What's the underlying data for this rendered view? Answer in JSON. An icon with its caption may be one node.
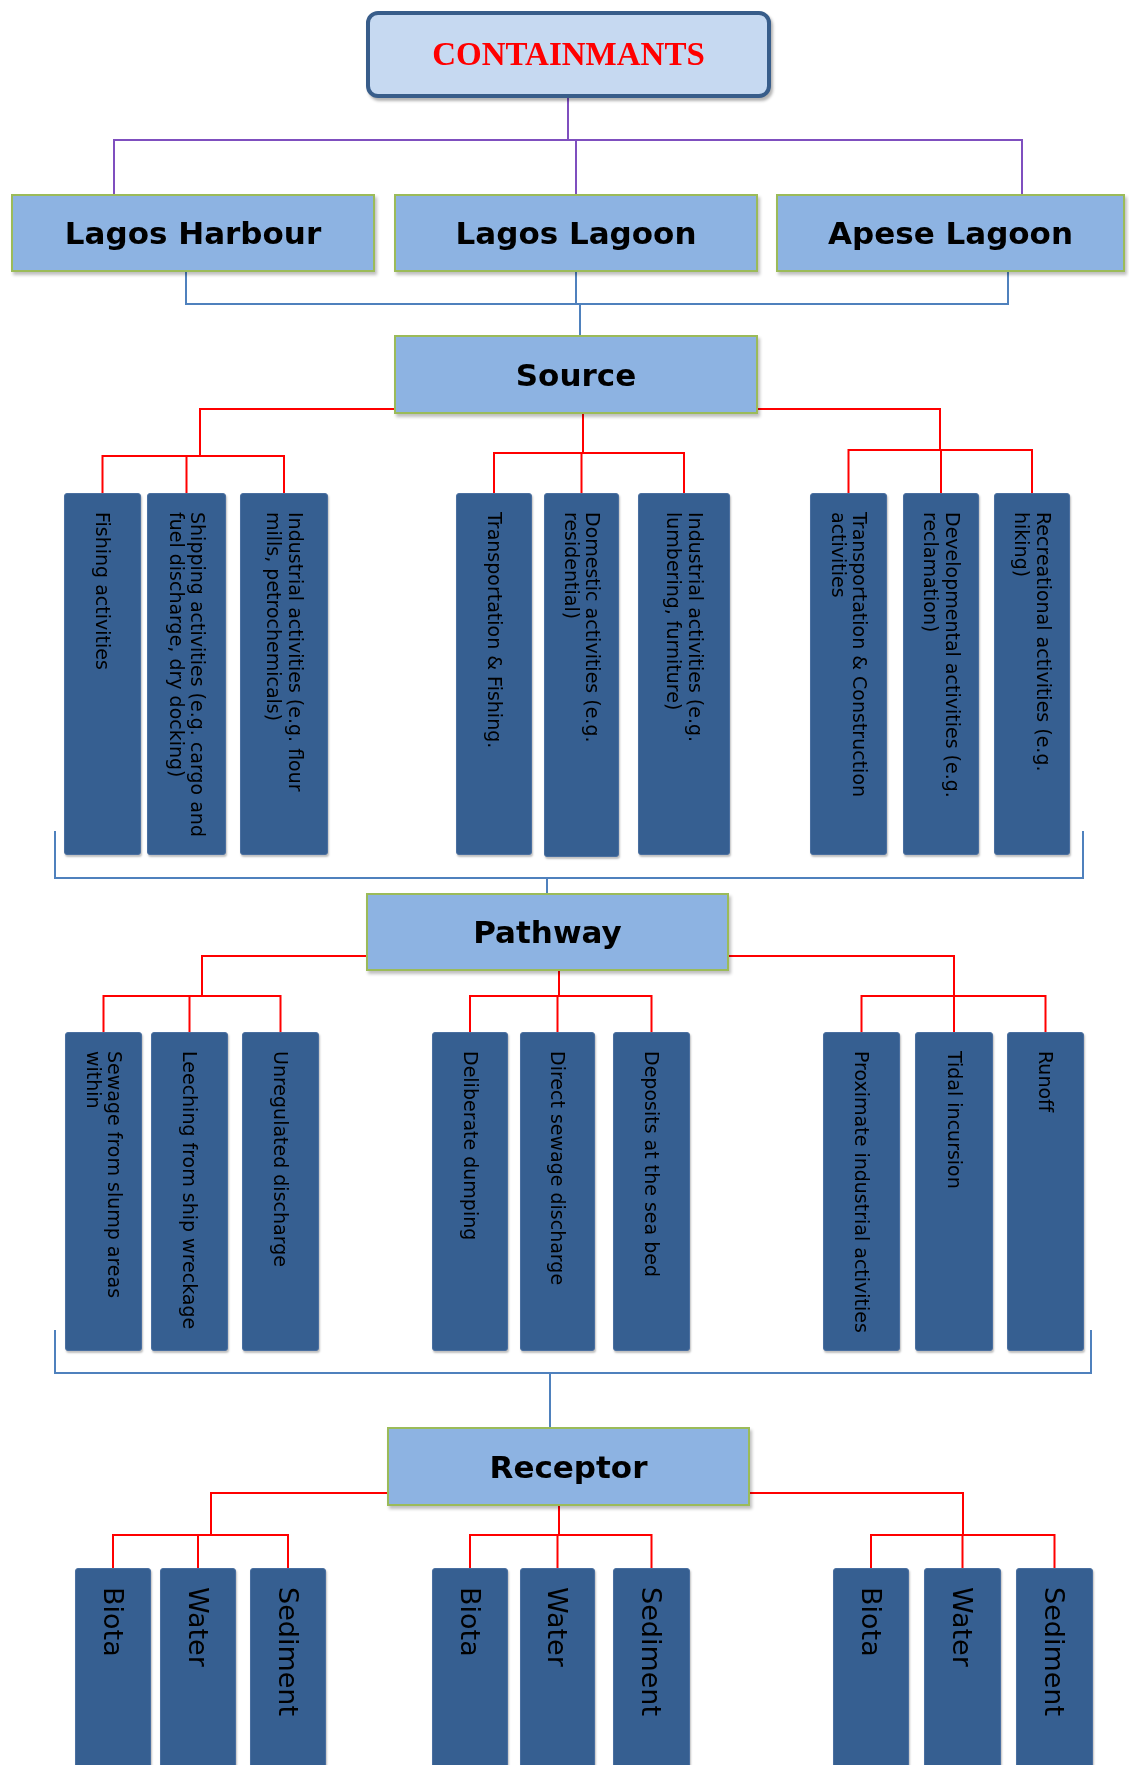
{
  "diagram": {
    "nodes": [
      {
        "text": [
          "CONTAINMANTS"
        ]
      },
      {
        "text": [
          "Lagos Harbour"
        ]
      },
      {
        "text": [
          "Lagos  Lagoon"
        ]
      },
      {
        "text": [
          "Apese Lagoon"
        ]
      },
      {
        "text": [
          "Source"
        ]
      },
      {
        "text": [
          "Fishing activities"
        ]
      },
      {
        "text": [
          "Shipping activities (e.g. cargo and fuel discharge, dry docking)"
        ]
      },
      {
        "text": [
          "Industrial activities (e.g. flour mills, petrochemicals)"
        ]
      },
      {
        "text": [
          "Transportation & Fishing."
        ]
      },
      {
        "text": [
          "Domestic activities (e.g. residential)"
        ]
      },
      {
        "text": [
          "Industrial activities (e.g. lumbering, furniture)"
        ]
      },
      {
        "text": [
          "Transportation & Construction activities"
        ]
      },
      {
        "text": [
          "Developmental activities (e.g. reclamation)"
        ]
      },
      {
        "text": [
          "Recreational activities (e.g. hiking)"
        ]
      },
      {
        "text": [
          "Pathway"
        ]
      },
      {
        "text": [
          "Sewage from slump areas within"
        ]
      },
      {
        "text": [
          "Leeching from ship wreckage"
        ]
      },
      {
        "text": [
          "Unregulated discharge"
        ]
      },
      {
        "text": [
          "Deliberate dumping"
        ]
      },
      {
        "text": [
          "Direct sewage discharge"
        ]
      },
      {
        "text": [
          "Deposits at the sea bed"
        ]
      },
      {
        "text": [
          "Proximate industrial activities"
        ]
      },
      {
        "text": [
          "Tidal incursion"
        ]
      },
      {
        "text": [
          "Runoff"
        ]
      },
      {
        "text": [
          "Receptor"
        ]
      },
      {
        "text": [
          "Biota"
        ]
      },
      {
        "text": [
          "Water"
        ]
      },
      {
        "text": [
          "Sediment"
        ]
      },
      {
        "text": [
          "Biota"
        ]
      },
      {
        "text": [
          "Water"
        ]
      },
      {
        "text": [
          "Sediment"
        ]
      },
      {
        "text": [
          "Biota"
        ]
      },
      {
        "text": [
          "Water"
        ]
      },
      {
        "text": [
          "Sediment"
        ]
      }
    ],
    "edges": [
      {
        "from": 0,
        "to": 1,
        "arrow": "none",
        "color": "#7f4fbf"
      },
      {
        "from": 0,
        "to": 2,
        "arrow": "none",
        "color": "#7f4fbf"
      },
      {
        "from": 0,
        "to": 3,
        "arrow": "none",
        "color": "#7f4fbf"
      },
      {
        "from": 1,
        "to": 4,
        "arrow": "none",
        "color": "#4f81bd"
      },
      {
        "from": 2,
        "to": 4,
        "arrow": "none",
        "color": "#4f81bd"
      },
      {
        "from": 3,
        "to": 4,
        "arrow": "none",
        "color": "#4f81bd"
      },
      {
        "from": 4,
        "to": 5,
        "arrow": "none"
      },
      {
        "from": 4,
        "to": 6,
        "arrow": "none"
      },
      {
        "from": 4,
        "to": 7,
        "arrow": "none"
      },
      {
        "from": 4,
        "to": 8,
        "arrow": "none"
      },
      {
        "from": 4,
        "to": 9,
        "arrow": "none"
      },
      {
        "from": 4,
        "to": 10,
        "arrow": "none"
      },
      {
        "from": 4,
        "to": 11,
        "arrow": "none"
      },
      {
        "from": 4,
        "to": 12,
        "arrow": "none"
      },
      {
        "from": 4,
        "to": 13,
        "arrow": "none"
      },
      {
        "from": 14,
        "to": 15,
        "arrow": "none"
      },
      {
        "from": 14,
        "to": 16,
        "arrow": "none"
      },
      {
        "from": 14,
        "to": 17,
        "arrow": "none"
      },
      {
        "from": 14,
        "to": 18,
        "arrow": "none"
      },
      {
        "from": 14,
        "to": 19,
        "arrow": "none"
      },
      {
        "from": 14,
        "to": 20,
        "arrow": "none"
      },
      {
        "from": 14,
        "to": 21,
        "arrow": "none"
      },
      {
        "from": 14,
        "to": 22,
        "arrow": "none"
      },
      {
        "from": 14,
        "to": 23,
        "arrow": "none"
      },
      {
        "from": 24,
        "to": 25,
        "arrow": "none"
      },
      {
        "from": 24,
        "to": 26,
        "arrow": "none"
      },
      {
        "from": 24,
        "to": 27,
        "arrow": "none"
      },
      {
        "from": 24,
        "to": 28,
        "arrow": "none"
      },
      {
        "from": 24,
        "to": 29,
        "arrow": "none"
      },
      {
        "from": 24,
        "to": 30,
        "arrow": "none"
      },
      {
        "from": 24,
        "to": 31,
        "arrow": "none"
      },
      {
        "from": 24,
        "to": 32,
        "arrow": "none"
      },
      {
        "from": 24,
        "to": 33,
        "arrow": "none"
      }
    ]
  }
}
